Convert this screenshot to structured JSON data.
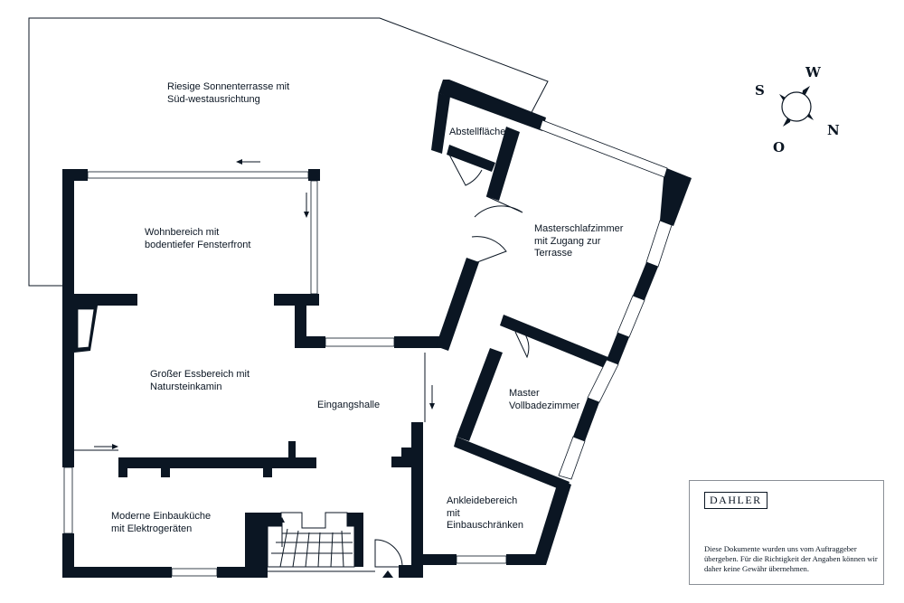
{
  "rooms": {
    "terrace": "Riesige Sonnenterrasse mit\nSüd-westausrichtung",
    "storage": "Abstellfläche",
    "living": "Wohnbereich mit\nbodentiefer Fensterfront",
    "master_bedroom": "Masterschlafzimmer\nmit Zugang zur\nTerrasse",
    "dining": "Großer Essbereich mit\nNatursteinkamin",
    "entrance": "Eingangshalle",
    "master_bath": "Master\nVollbadezimmer",
    "dressing": "Ankleidebereich\nmit\nEinbauschränken",
    "kitchen": "Moderne Einbauküche\nmit Elektrogeräten"
  },
  "compass": {
    "north": "N",
    "south": "S",
    "west": "W",
    "east": "O"
  },
  "legend": {
    "brand": "DAHLER",
    "disclaimer": "Diese Dokumente wurden uns vom Auftraggeber übergeben. Für die Richtigkeit der Angaben können wir daher keine Gewähr übernehmen."
  },
  "colors": {
    "wall": "#0b1623",
    "background": "#ffffff"
  }
}
